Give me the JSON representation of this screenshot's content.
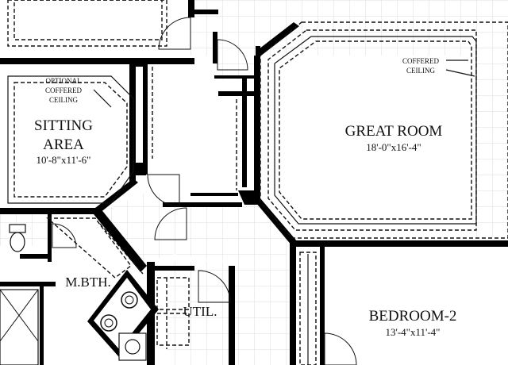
{
  "rooms": {
    "sitting": {
      "name_line1": "SITTING",
      "name_line2": "AREA",
      "size": "10'-8\"x11'-6\""
    },
    "great_room": {
      "name": "GREAT ROOM",
      "size": "18'-0\"x16'-4\""
    },
    "bedroom2": {
      "name": "BEDROOM-2",
      "size": "13'-4\"x11'-4\""
    },
    "master_bath": {
      "name": "M.BTH."
    },
    "utility": {
      "name": "UTIL."
    }
  },
  "notes": {
    "optional_coffered": {
      "line1": "OPTIONAL",
      "line2": "COFFERED",
      "line3": "CEILING"
    },
    "coffered": {
      "line1": "COFFERED",
      "line2": "CEILING"
    }
  },
  "colors": {
    "wall": "#000000",
    "floor_grid": "#d9d9d9",
    "background": "#ffffff"
  },
  "icons": [
    "toilet-icon",
    "stove-burner-icon",
    "sink-icon",
    "shower-icon"
  ]
}
